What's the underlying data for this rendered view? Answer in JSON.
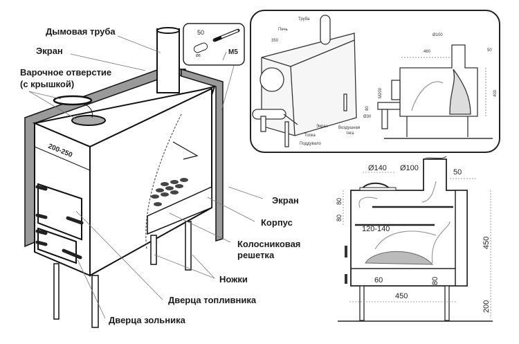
{
  "main_view": {
    "labels": {
      "chimney": "Дымовая труба",
      "screen_top": "Экран",
      "cooking_hole_line1": "Варочное отверстие",
      "cooking_hole_line2": "(с крышкой)",
      "screen_side": "Экран",
      "body": "Корпус",
      "grate_line1": "Колосниковая",
      "grate_line2": "решетка",
      "legs": "Ножки",
      "fuel_door": "Дверца топливника",
      "ash_door": "Дверца зольника"
    },
    "dimension": "200-250"
  },
  "bolt_inset": {
    "length": "50",
    "diameter": "Ø8",
    "thread": "M5"
  },
  "top_inset": {
    "iso_labels": {
      "pipe": "Труба",
      "stove": "Печь",
      "dim": "350",
      "screen": "Экран",
      "firebox": "Топка",
      "ash_pit": "Поддувало"
    },
    "section_labels": {
      "pipe_diameter": "Ø100",
      "length": "460",
      "gap": "50",
      "height": "400",
      "door": "М200",
      "air_pipe_dim": "Ø30",
      "air_pipe_h": "80",
      "air_intake_line1": "Воздушная",
      "air_intake_line2": "тяга"
    }
  },
  "section_view": {
    "hole_diameter": "Ø140",
    "pipe_diameter": "Ø100",
    "screen_gap": "50",
    "top_gap_1": "80",
    "top_gap_2": "80",
    "baffle_gap": "120-140",
    "height": "450",
    "ash_height": "60",
    "grate_height": "80",
    "width": "450",
    "leg_height": "200"
  }
}
